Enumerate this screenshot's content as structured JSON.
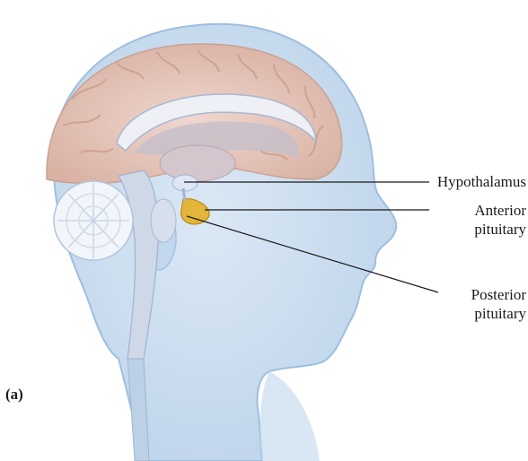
{
  "figure": {
    "panel_label": "(a)",
    "labels": {
      "hypothalamus": "Hypothalamus",
      "anterior_line1": "Anterior",
      "anterior_line2": "pituitary",
      "posterior_line1": "Posterior",
      "posterior_line2": "pituitary"
    },
    "colors": {
      "head": "#cfe0f0",
      "head_outline": "#9dbfe0",
      "brain": "#e6c6bb",
      "brain_fold": "#d7ab9c",
      "ventricle": "#bfcbe0",
      "cerebellum": "#eef3f9",
      "pituitary": "#e3b53a",
      "leader_line": "#1a1a1a"
    }
  }
}
